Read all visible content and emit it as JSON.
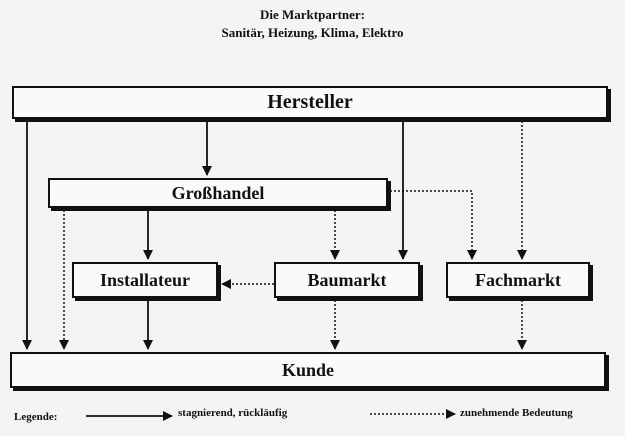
{
  "title": {
    "line1": "Die Marktpartner:",
    "line2": "Sanitär, Heizung, Klima, Elektro"
  },
  "nodes": {
    "hersteller": "Hersteller",
    "grosshandel": "Großhandel",
    "installateur": "Installateur",
    "baumarkt": "Baumarkt",
    "fachmarkt": "Fachmarkt",
    "kunde": "Kunde"
  },
  "legend": {
    "label": "Legende:",
    "solid": "stagnierend, rückläufig",
    "dotted": "zunehmende Bedeutung"
  }
}
